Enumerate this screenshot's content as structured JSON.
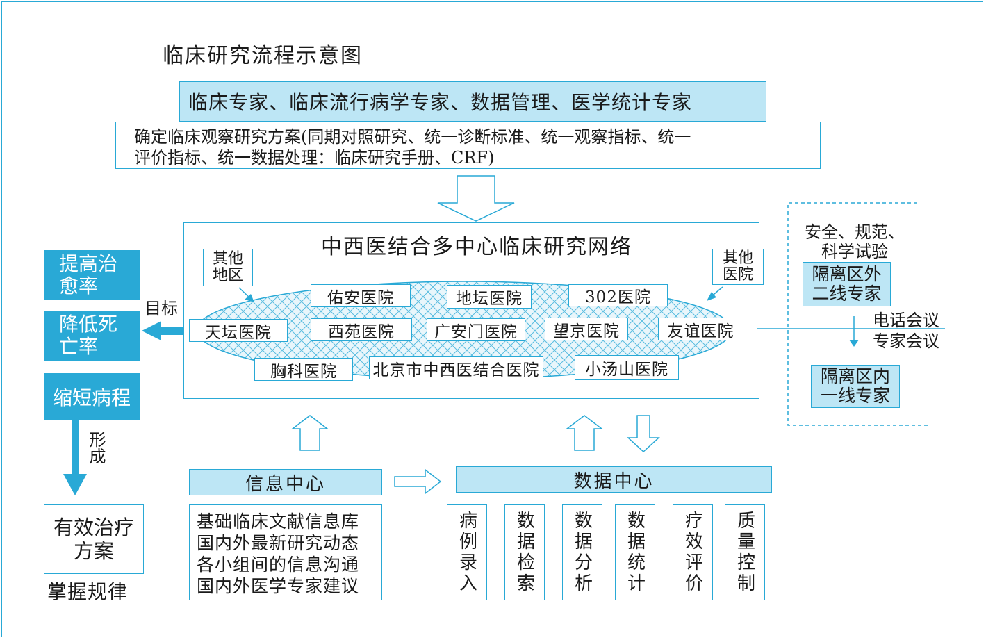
{
  "title": "临床研究流程示意图",
  "experts": "临床专家、临床流行病学专家、数据管理、医学统计专家",
  "protocol": {
    "line1": "确定临床观察研究方案(同期对照研究、统一诊断标准、统一观察指标、统一",
    "line2": "评价指标、统一数据处理：临床研究手册、CRF)"
  },
  "network": {
    "title": "中西医结合多中心临床研究网络",
    "other_left": {
      "line1": "其他",
      "line2": "地区"
    },
    "other_right": {
      "line1": "其他",
      "line2": "医院"
    },
    "hospitals": {
      "youan": "佑安医院",
      "ditan": "地坛医院",
      "h302": "302医院",
      "tiantan": "天坛医院",
      "xiyuan": "西苑医院",
      "guanganmen": "广安门医院",
      "wangjing": "望京医院",
      "youyi": "友谊医院",
      "xiongke": "胸科医院",
      "beijing_integrated": "北京市中西医结合医院",
      "xiaotangshan": "小汤山医院"
    }
  },
  "goals": {
    "goal_label": "目标",
    "cure": {
      "line1": "提高治",
      "line2": "愈率"
    },
    "death": {
      "line1": "降低死",
      "line2": "亡率"
    },
    "course": "缩短病程",
    "form_label": "形成",
    "treatment": {
      "line1": "有效治疗",
      "line2": "方案"
    },
    "law": "掌握规律"
  },
  "right_panel": {
    "safety": {
      "line1": "安全、规范、",
      "line2": "科学试验"
    },
    "outer_experts": {
      "line1": "隔离区外",
      "line2": "二线专家"
    },
    "meeting": {
      "line1": "电话会议",
      "line2": "专家会议"
    },
    "inner_experts": {
      "line1": "隔离区内",
      "line2": "一线专家"
    }
  },
  "info_center": {
    "title": "信息中心",
    "items": [
      "基础临床文献信息库",
      "国内外最新研究动态",
      "各小组间的信息沟通",
      "国内外医学专家建议"
    ]
  },
  "data_center": {
    "title": "数据中心",
    "items": [
      "病例录入",
      "数据检索",
      "数据分析",
      "数据统计",
      "疗效评价",
      "质量控制"
    ]
  },
  "colors": {
    "accent": "#29a9d6",
    "light": "#bde6f5"
  }
}
